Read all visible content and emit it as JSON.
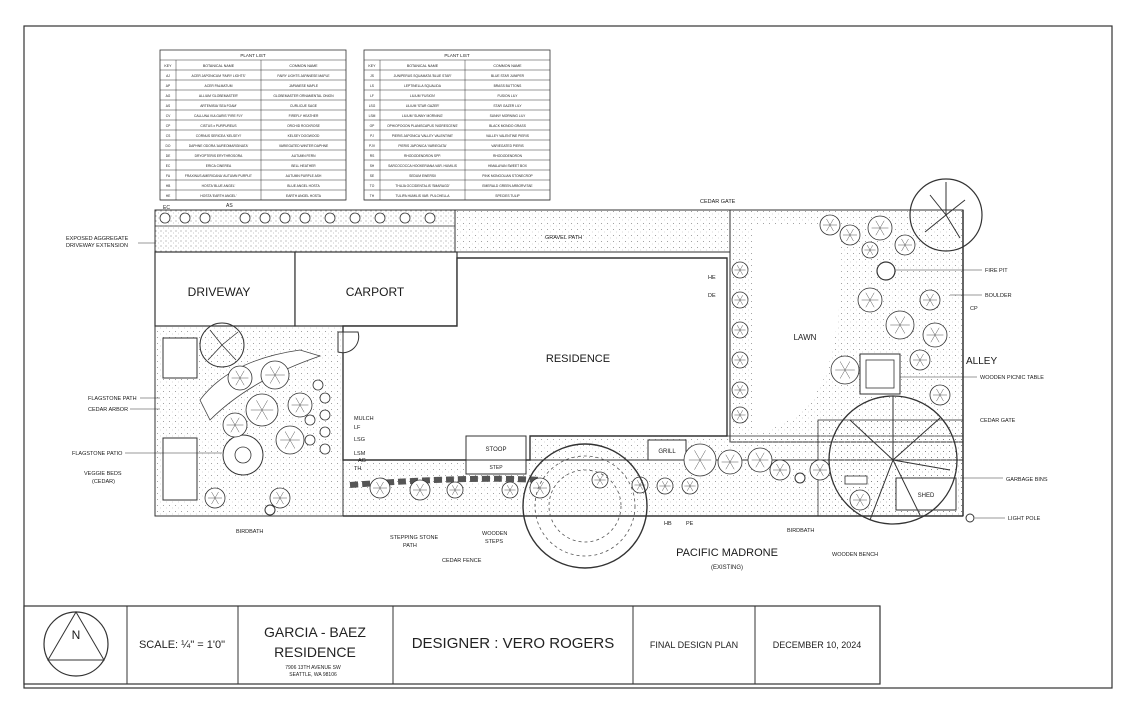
{
  "plant_list_left": {
    "title": "PLANT LIST",
    "headers": [
      "KEY",
      "BOTANICAL NAME",
      "COMMON NAME"
    ],
    "rows": [
      [
        "AJ",
        "ACER JAPONICUM 'FAIRY LIGHTS'",
        "FAIRY LIGHTS JAPANESE MAPLE"
      ],
      [
        "AP",
        "ACER PALMATUM",
        "JAPANESE MAPLE"
      ],
      [
        "AG",
        "ALLIUM 'GLOBEMASTER'",
        "GLOBEMASTER ORNAMENTAL ONION"
      ],
      [
        "AS",
        "ARTEMISIA 'SEA FOAM'",
        "CURLICUE SAGE"
      ],
      [
        "CV",
        "CALLUNA VULGARIS 'FIRE FLY'",
        "FIREFLY HEATHER"
      ],
      [
        "CP",
        "CISTUS x PURPUREUS",
        "ORCHID ROCKROSE"
      ],
      [
        "CS",
        "CORNUS SERICEA 'KELSEYI'",
        "KELSEY DOGWOOD"
      ],
      [
        "DO",
        "DAPHNE ODORA 'AUREOMARGINATA'",
        "VARIEGATED WINTER DAPHNE"
      ],
      [
        "DE",
        "DRYOPTERIS ERYTHROSORA",
        "AUTUMN FERN"
      ],
      [
        "EC",
        "ERICA CINEREA",
        "BELL HEATHER"
      ],
      [
        "FA",
        "FRAXINUS AMERICANA 'AUTUMN PURPLE'",
        "AUTUMN PURPLE ASH"
      ],
      [
        "HB",
        "HOSTA 'BLUE ANGEL'",
        "BLUE ANGEL HOSTA"
      ],
      [
        "HE",
        "HOSTA 'EARTH ANGEL'",
        "EARTH ANGEL HOSTA"
      ]
    ]
  },
  "plant_list_right": {
    "title": "PLANT LIST",
    "headers": [
      "KEY",
      "BOTANICAL NAME",
      "COMMON NAME"
    ],
    "rows": [
      [
        "JS",
        "JUNIPERUS SQUAMATA 'BLUE STAR'",
        "BLUE STAR JUNIPER"
      ],
      [
        "LS",
        "LEPTINELLA SQUALIDA",
        "BRASS BUTTONS"
      ],
      [
        "LF",
        "LILIUM 'FUSION'",
        "FUSION LILY"
      ],
      [
        "LSG",
        "LILIUM 'STAR GAZER'",
        "STAR GAZER LILY"
      ],
      [
        "LSM",
        "LILIUM 'SUNNY MORNING'",
        "SUNNY MORNING LILY"
      ],
      [
        "OP",
        "OPHIOPOGON PLANISCAPUS 'NIGRESCENS'",
        "BLACK MONDO GRASS"
      ],
      [
        "PJ",
        "PIERIS JAPONICA 'VALLEY VALENTINE'",
        "VALLEY VALENTINE PIERIS"
      ],
      [
        "PJV",
        "PIERIS JAPONICA 'VARIEGATA'",
        "VARIEGATED PIERIS"
      ],
      [
        "RS",
        "RHODODENDRON SPP.",
        "RHODODENDRON"
      ],
      [
        "SH",
        "SARCOCOCCA HOOKERIANA VAR. HUMILIS",
        "HIMALAYAN SWEET BOX"
      ],
      [
        "SE",
        "SEDUM EWERSII",
        "PINK MONGOLIAN STONECROP"
      ],
      [
        "TO",
        "THUJA OCCIDENTALIS 'SMARAGD'",
        "EMERALD GREEN ARBORVITAE"
      ],
      [
        "TH",
        "TULIPA HUMILIS VAR. PULCHELLA",
        "SPECIES TULIP"
      ]
    ]
  },
  "areas": {
    "driveway": "DRIVEWAY",
    "carport": "CARPORT",
    "residence": "RESIDENCE",
    "lawn": "LAWN",
    "alley": "ALLEY",
    "pacific_madrone": "PACIFIC MADRONE",
    "existing": "(EXISTING)",
    "stoop": "STOOP",
    "step": "STEP",
    "grill": "GRILL",
    "shed": "SHED"
  },
  "labels": {
    "exposed_aggregate": "EXPOSED AGGREGATE",
    "driveway_extension": "DRIVEWAY EXTENSION",
    "gravel_path": "GRAVEL PATH",
    "cedar_gate_top": "CEDAR GATE",
    "cedar_gate_right": "CEDAR GATE",
    "fire_pit": "FIRE PIT",
    "boulder": "BOULDER",
    "wooden_picnic_table": "WOODEN PICNIC TABLE",
    "garbage_bins": "GARBAGE BINS",
    "light_pole": "LIGHT POLE",
    "wooden_bench": "WOODEN BENCH",
    "birdbath_right": "BIRDBATH",
    "flagstone_path": "FLAGSTONE PATH",
    "cedar_arbor": "CEDAR ARBOR",
    "flagstone_patio": "FLAGSTONE PATIO",
    "veggie_beds": "VEGGIE BEDS",
    "veggie_beds_sub": "(CEDAR)",
    "birdbath_left": "BIRDBATH",
    "stepping_stone": "STEPPING STONE",
    "stepping_stone_sub": "PATH",
    "cedar_fence": "CEDAR FENCE",
    "wooden_steps": "WOODEN",
    "wooden_steps_sub": "STEPS",
    "mulch": "MULCH",
    "lf": "LF",
    "lsg": "LSG",
    "lsm": "LSM",
    "ag": "AG",
    "th": "TH",
    "hb": "HB",
    "pe": "PE",
    "he": "HE",
    "de": "DE",
    "cp_right": "CP",
    "ec": "EC",
    "as": "AS"
  },
  "title_block": {
    "scale": "SCALE: ¼\" = 1'0\"",
    "project_line1": "GARCIA - BAEZ",
    "project_line2": "RESIDENCE",
    "address_line1": "7906 13TH AVENUE SW",
    "address_line2": "SEATTLE, WA 98106",
    "designer": "DESIGNER : VERO ROGERS",
    "plan_type": "FINAL DESIGN PLAN",
    "date": "DECEMBER 10, 2024",
    "north": "N"
  }
}
